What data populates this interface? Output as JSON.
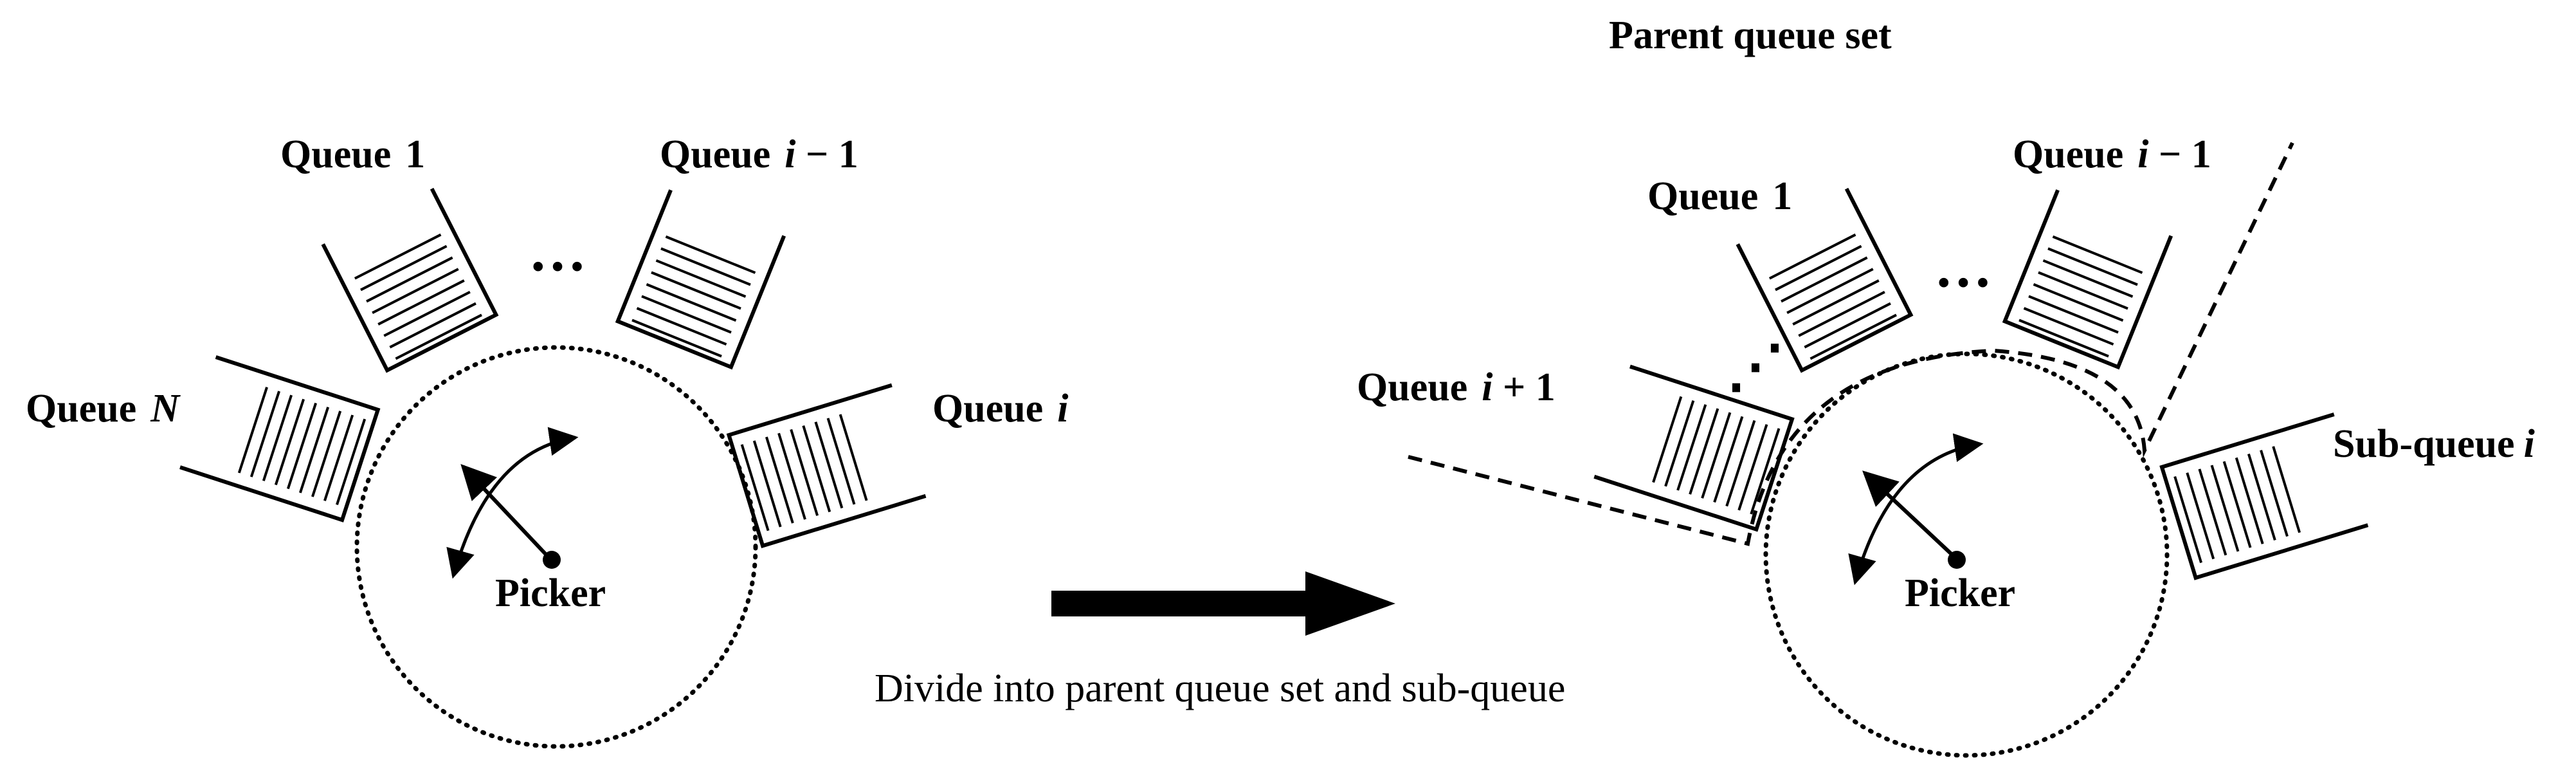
{
  "left": {
    "queue_1": {
      "word": "Queue",
      "index": "1"
    },
    "queue_i_minus_1": {
      "word": "Queue",
      "index": "i",
      "suffix": " − 1"
    },
    "queue_i": {
      "word": "Queue",
      "index": "i"
    },
    "queue_n": {
      "word": "Queue",
      "index": "N"
    },
    "ellipsis": "…",
    "picker": "Picker"
  },
  "arrow_caption": "Divide into parent queue set and sub-queue",
  "right": {
    "parent_set_title": "Parent queue set",
    "queue_1": {
      "word": "Queue",
      "index": "1"
    },
    "queue_i_minus_1": {
      "word": "Queue",
      "index": "i",
      "suffix": " − 1"
    },
    "queue_i_plus_1": {
      "word": "Queue",
      "index": "i",
      "suffix": " + 1"
    },
    "sub_queue_i": {
      "word": "Sub-queue",
      "index": "i"
    },
    "ellipsis": "…",
    "ellipsis_diag": "⋰",
    "picker": "Picker"
  }
}
